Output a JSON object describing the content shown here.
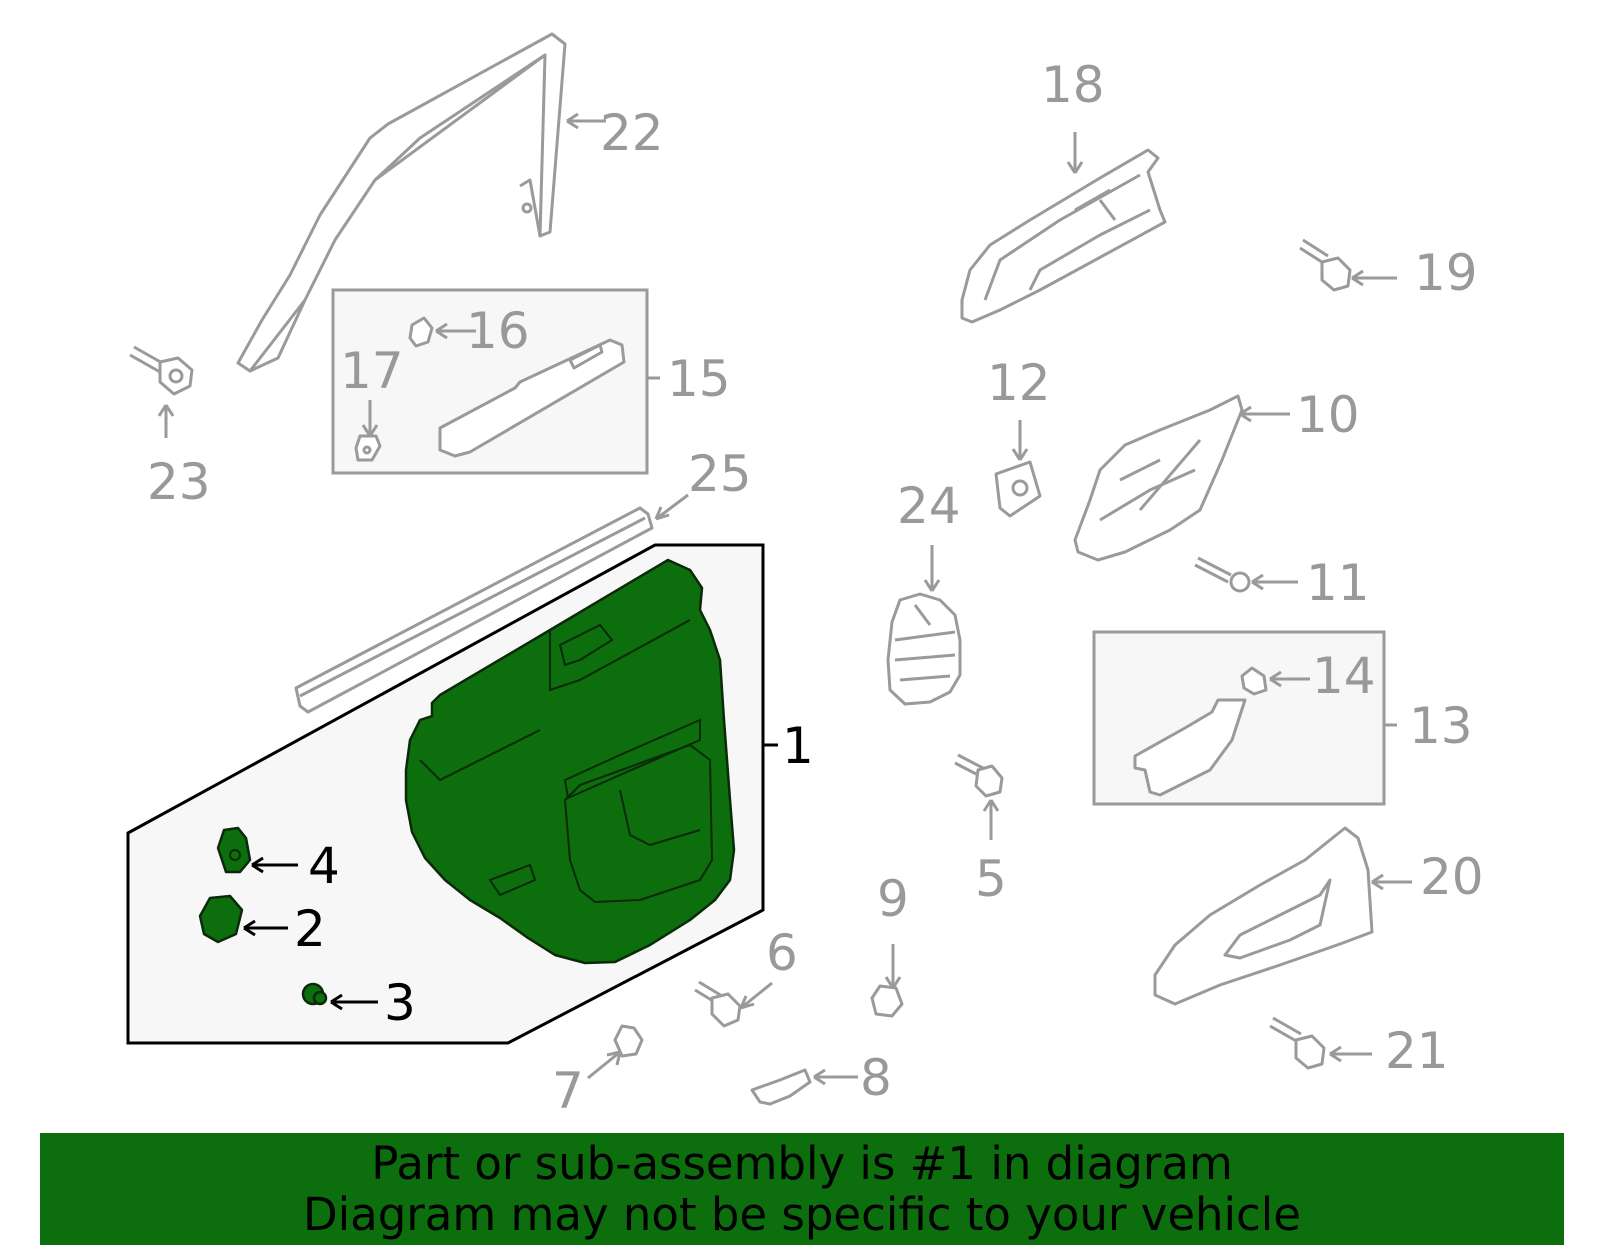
{
  "callouts": [
    {
      "id": "1",
      "text": "1",
      "highlighted": true
    },
    {
      "id": "2",
      "text": "2",
      "highlighted": true
    },
    {
      "id": "3",
      "text": "3",
      "highlighted": true
    },
    {
      "id": "4",
      "text": "4",
      "highlighted": true
    },
    {
      "id": "5",
      "text": "5",
      "highlighted": false
    },
    {
      "id": "6",
      "text": "6",
      "highlighted": false
    },
    {
      "id": "7",
      "text": "7",
      "highlighted": false
    },
    {
      "id": "8",
      "text": "8",
      "highlighted": false
    },
    {
      "id": "9",
      "text": "9",
      "highlighted": false
    },
    {
      "id": "10",
      "text": "10",
      "highlighted": false
    },
    {
      "id": "11",
      "text": "11",
      "highlighted": false
    },
    {
      "id": "12",
      "text": "12",
      "highlighted": false
    },
    {
      "id": "13",
      "text": "13",
      "highlighted": false
    },
    {
      "id": "14",
      "text": "14",
      "highlighted": false
    },
    {
      "id": "15",
      "text": "15",
      "highlighted": false
    },
    {
      "id": "16",
      "text": "16",
      "highlighted": false
    },
    {
      "id": "17",
      "text": "17",
      "highlighted": false
    },
    {
      "id": "18",
      "text": "18",
      "highlighted": false
    },
    {
      "id": "19",
      "text": "19",
      "highlighted": false
    },
    {
      "id": "20",
      "text": "20",
      "highlighted": false
    },
    {
      "id": "21",
      "text": "21",
      "highlighted": false
    },
    {
      "id": "22",
      "text": "22",
      "highlighted": false
    },
    {
      "id": "23",
      "text": "23",
      "highlighted": false
    },
    {
      "id": "24",
      "text": "24",
      "highlighted": false
    },
    {
      "id": "25",
      "text": "25",
      "highlighted": false
    }
  ],
  "colors": {
    "highlight": "#0d6e0d",
    "part_outline": "#9a9a9a",
    "group_fill": "#f7f7f7"
  },
  "banner": {
    "line1": "Part or sub-assembly is #1 in diagram",
    "line2": "Diagram may not be specific to your vehicle"
  }
}
